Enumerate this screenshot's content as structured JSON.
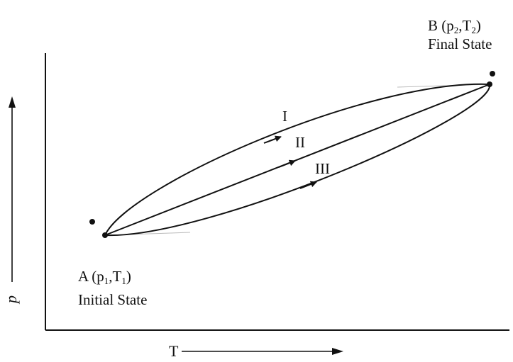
{
  "labels": {
    "state_a": {
      "prefix": "A (p",
      "sub1": "1",
      "mid": ",T",
      "sub2": "1",
      "suffix": ")",
      "caption": "Initial State"
    },
    "state_b": {
      "prefix": "B (p",
      "sub1": "2",
      "mid": ",T",
      "sub2": "2",
      "suffix": ")",
      "caption": "Final State"
    },
    "paths": {
      "one": "I",
      "two": "II",
      "three": "III"
    },
    "axis_p": "p",
    "axis_t": "T"
  },
  "colors": {
    "ink": "#111111",
    "background": "#ffffff",
    "faint": "#bbbbbb"
  }
}
